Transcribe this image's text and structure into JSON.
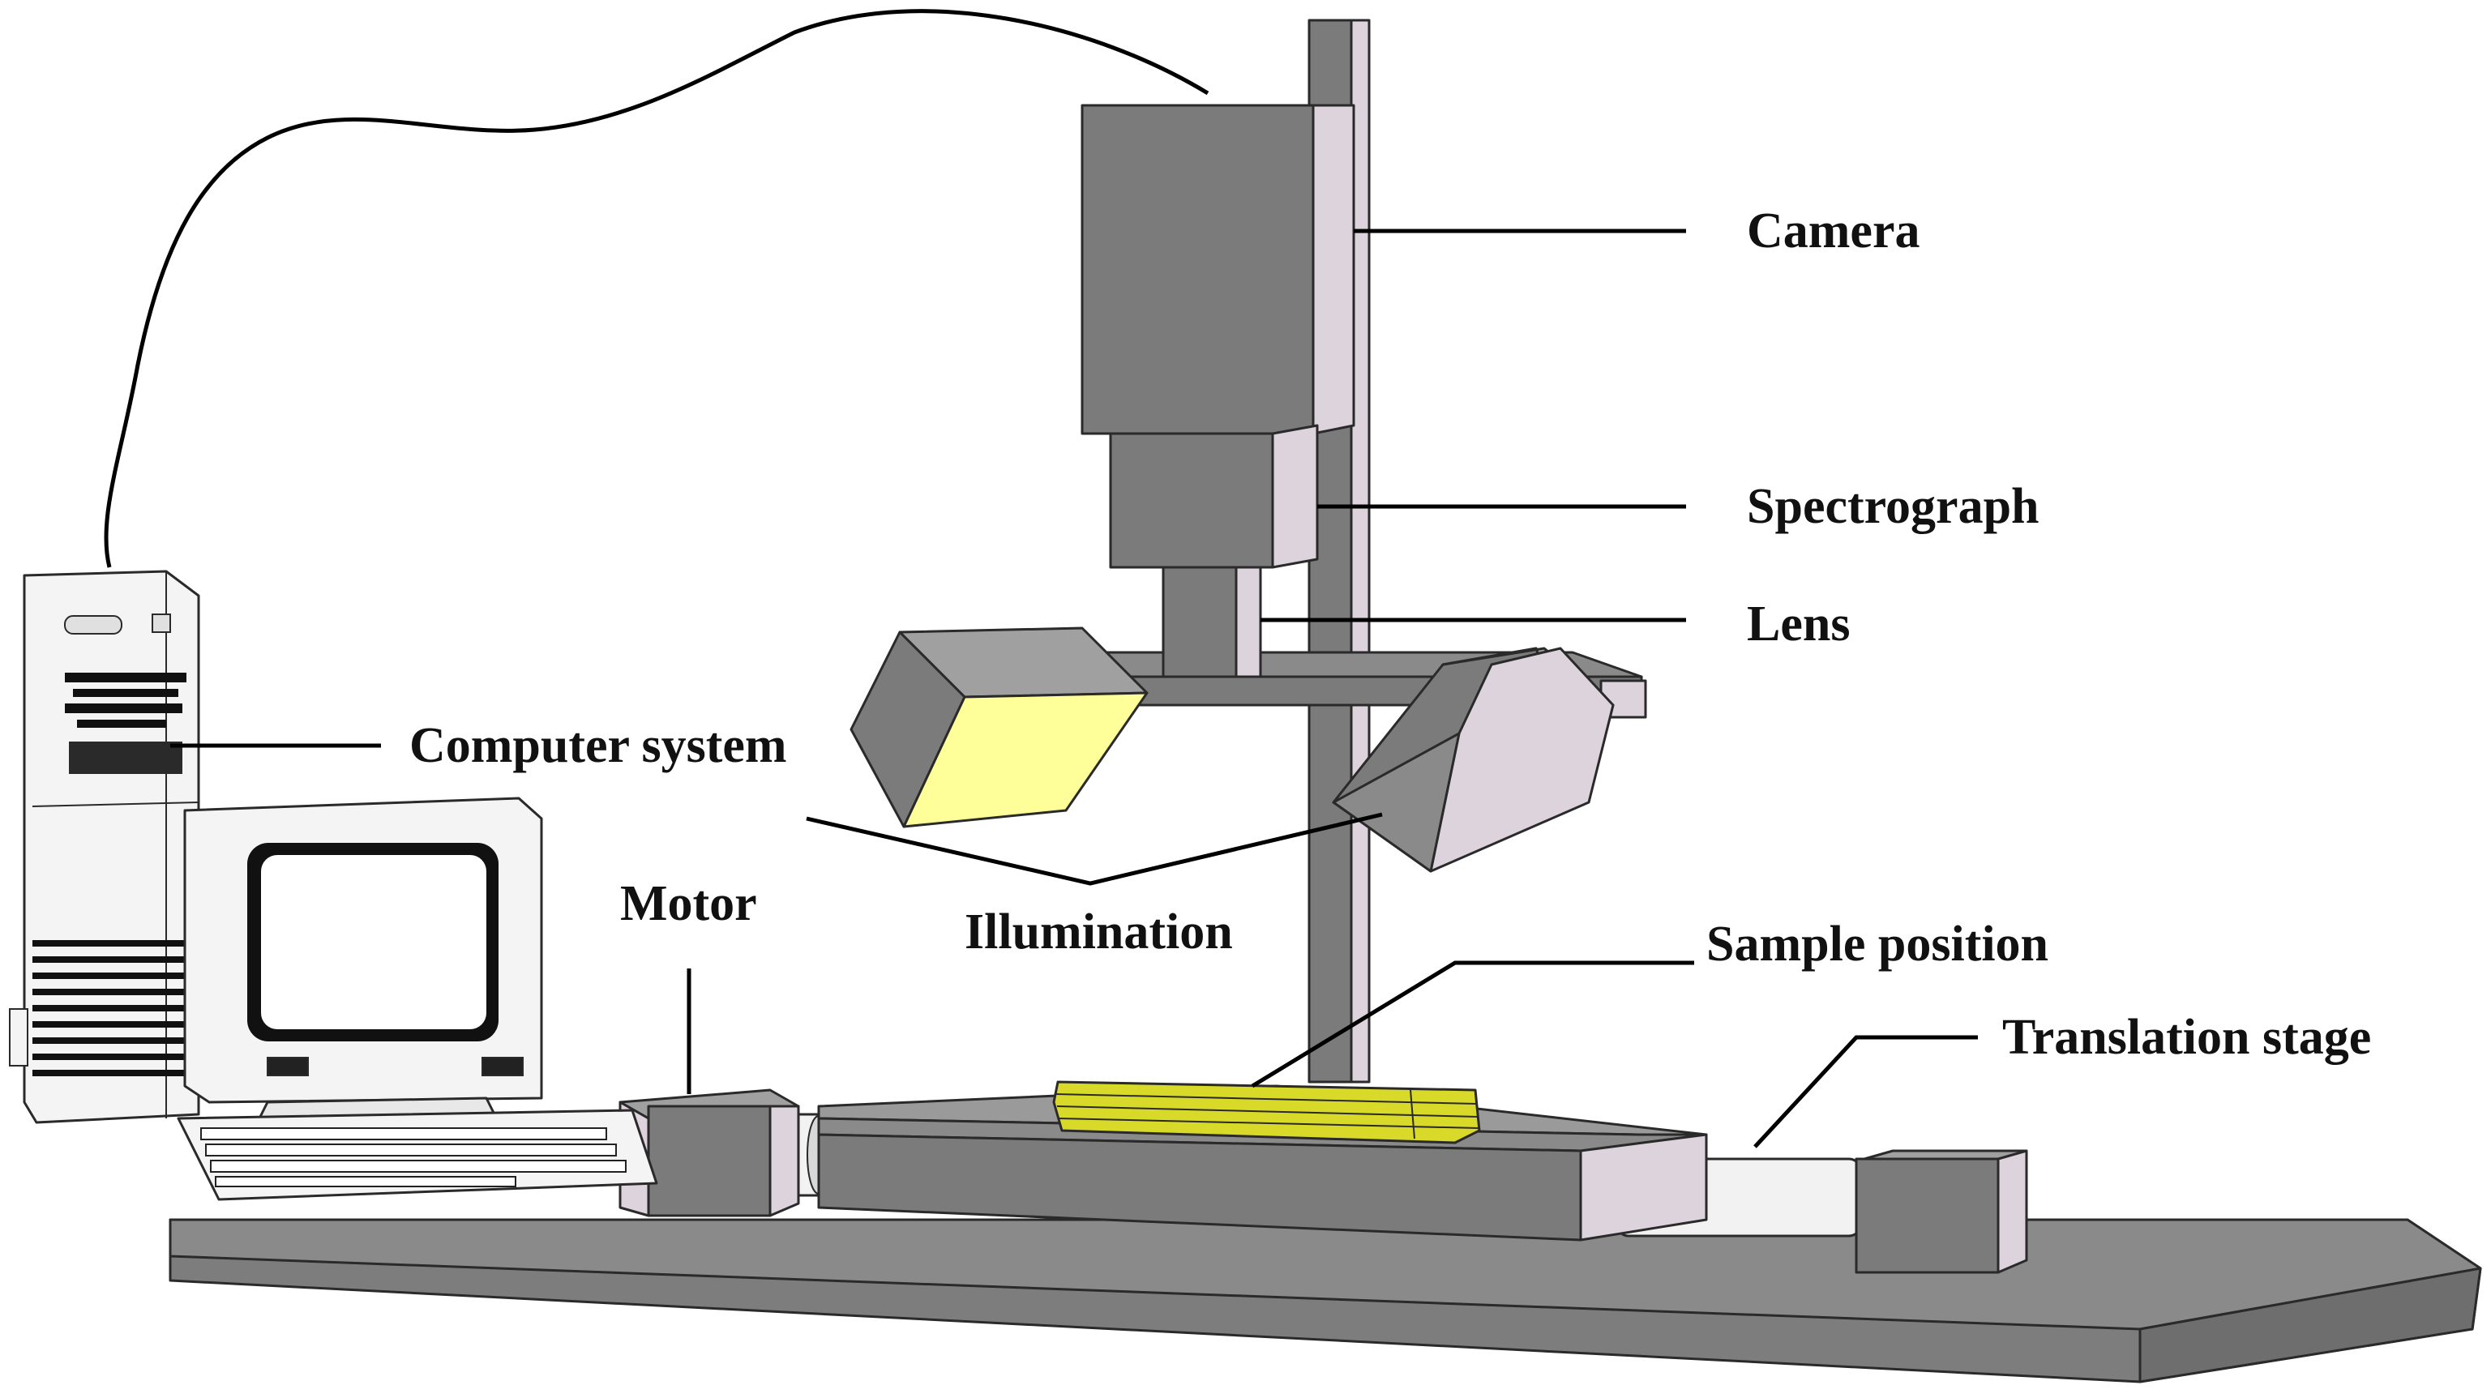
{
  "labels": {
    "camera": "Camera",
    "spectrograph": "Spectrograph",
    "lens": "Lens",
    "computer_system": "Computer system",
    "motor": "Motor",
    "illumination": "Illumination",
    "sample_position": "Sample position",
    "translation_stage": "Translation stage"
  },
  "colors": {
    "body_dark": "#7b7b7b",
    "body_mid": "#8c8c8c",
    "body_light": "#ddd3dd",
    "lamp_face": "#ffff99",
    "sample": "#d9d92a",
    "rod": "#f2f2f2",
    "computer_case": "#f4f4f4",
    "line": "#000000"
  }
}
